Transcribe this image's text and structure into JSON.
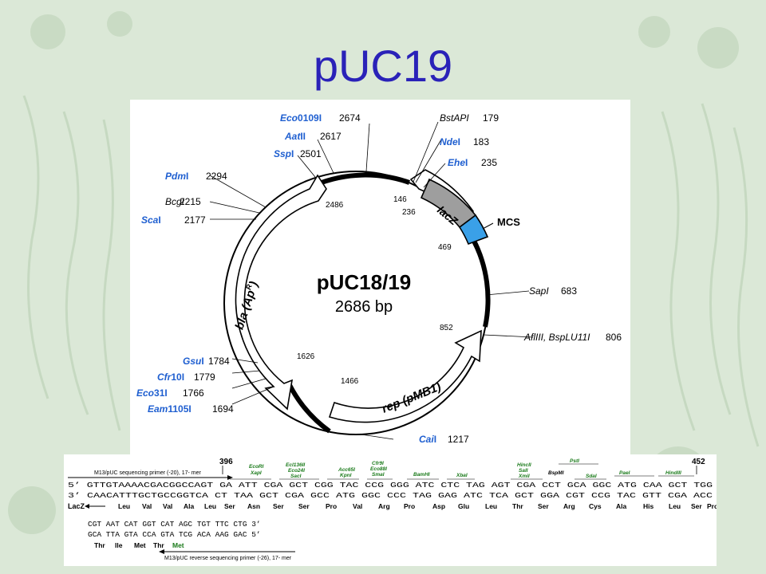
{
  "title": "pUC19",
  "colors": {
    "title": "#2a22b8",
    "enzyme_blue": "#1f5fd0",
    "lacz_gray": "#9e9e9e",
    "mcs_blue": "#3aa0e8",
    "seq_green": "#1a7a1a"
  },
  "plasmid": {
    "name": "pUC18/19",
    "size": "2686 bp",
    "genes": {
      "lacz": "lacZ",
      "mcs": "MCS",
      "bla": "bla (Ap",
      "bla_sup": "R",
      "bla_close": ")",
      "rep": "rep (pMB1)"
    },
    "sites": [
      {
        "name": "Eco0109I",
        "blue": "Eco",
        "rest": "0109I",
        "pos": "2674"
      },
      {
        "name": "AatII",
        "blue": "Aat",
        "rest": "II",
        "pos": "2617"
      },
      {
        "name": "SspI",
        "blue": "Ssp",
        "rest": "I",
        "pos": "2501"
      },
      {
        "name": "PdmI",
        "blue": "Pdm",
        "rest": "I",
        "pos": "2294"
      },
      {
        "name": "BcgI",
        "blue": "",
        "rest": "BcgI",
        "pos": "2215"
      },
      {
        "name": "ScaI",
        "blue": "Sca",
        "rest": "I",
        "pos": "2177"
      },
      {
        "name": "BstAPI",
        "blue": "",
        "rest": "BstAPI",
        "pos": "179"
      },
      {
        "name": "NdeI",
        "blue": "Nde",
        "rest": "I",
        "pos": "183"
      },
      {
        "name": "EheI",
        "blue": "Ehe",
        "rest": "I",
        "pos": "235"
      },
      {
        "name": "SapI",
        "blue": "",
        "rest": "SapI",
        "pos": "683"
      },
      {
        "name": "AflIII, BspLU11I",
        "blue": "",
        "rest": "AflIII, BspLU11I",
        "pos": "806"
      },
      {
        "name": "GsuI",
        "blue": "Gsu",
        "rest": "I",
        "pos": "1784"
      },
      {
        "name": "Cfr10I",
        "blue": "Cfr",
        "rest": "10I",
        "pos": "1779"
      },
      {
        "name": "Eco31I",
        "blue": "Eco",
        "rest": "31I",
        "pos": "1766"
      },
      {
        "name": "Eam1105I",
        "blue": "Eam",
        "rest": "1105I",
        "pos": "1694"
      },
      {
        "name": "CaiI",
        "blue": "Cai",
        "rest": "I",
        "pos": "1217"
      }
    ],
    "inner_labels": [
      "2486",
      "146",
      "236",
      "469",
      "852",
      "1626",
      "1466"
    ]
  },
  "sequence": {
    "top_marks": {
      "left": "396",
      "right": "452"
    },
    "primer_fwd": "M13/pUC sequencing primer (-20), 17- mer",
    "primer_rev": "M13/pUC reverse sequencing primer (-26), 17- mer",
    "enzymes": [
      "EcoRI",
      "XapI",
      "Ecl136II",
      "Eco24I",
      "SacI",
      "Acc65I",
      "KpnI",
      "Cfr9I",
      "Eco88I",
      "SmaI",
      "BamHI",
      "XbaI",
      "HincII",
      "SalI",
      "XmiI",
      "BspMI",
      "PstI",
      "SdaI",
      "PaeI",
      "HindIII"
    ],
    "line1": "5’  GTTGTAAAACGACGGCCAGT GA ATT CGA GCT CGG TAC CCG GGG ATC CTC TAG AGT CGA CCT GCA GGC ATG CAA GCT TGG",
    "line2": "3’  CAACATTTGCTGCCGGTCA CT TAA GCT CGA GCC ATG GGC CCC TAG GAG ATC TCA GCT GGA CGT CCG TAC GTT CGA ACC",
    "aa1_label": "LacZ",
    "aa1": [
      "Leu",
      "Val",
      "Val",
      "Ala",
      "Leu",
      "Ser",
      "Asn",
      "Ser",
      "Ser",
      "Pro",
      "Val",
      "Arg",
      "Pro",
      "Asp",
      "Glu",
      "Leu",
      "Thr",
      "Ser",
      "Arg",
      "Cys",
      "Ala",
      "His",
      "Leu",
      "Ser",
      "Pro"
    ],
    "line3": "CGT AAT CAT GGT CAT AGC TGT TTC CTG 3’",
    "line4": "GCA TTA GTA CCA GTA TCG ACA AAG GAC 5’",
    "aa2": [
      "Thr",
      "Ile",
      "Met",
      "Thr",
      "Met"
    ]
  }
}
